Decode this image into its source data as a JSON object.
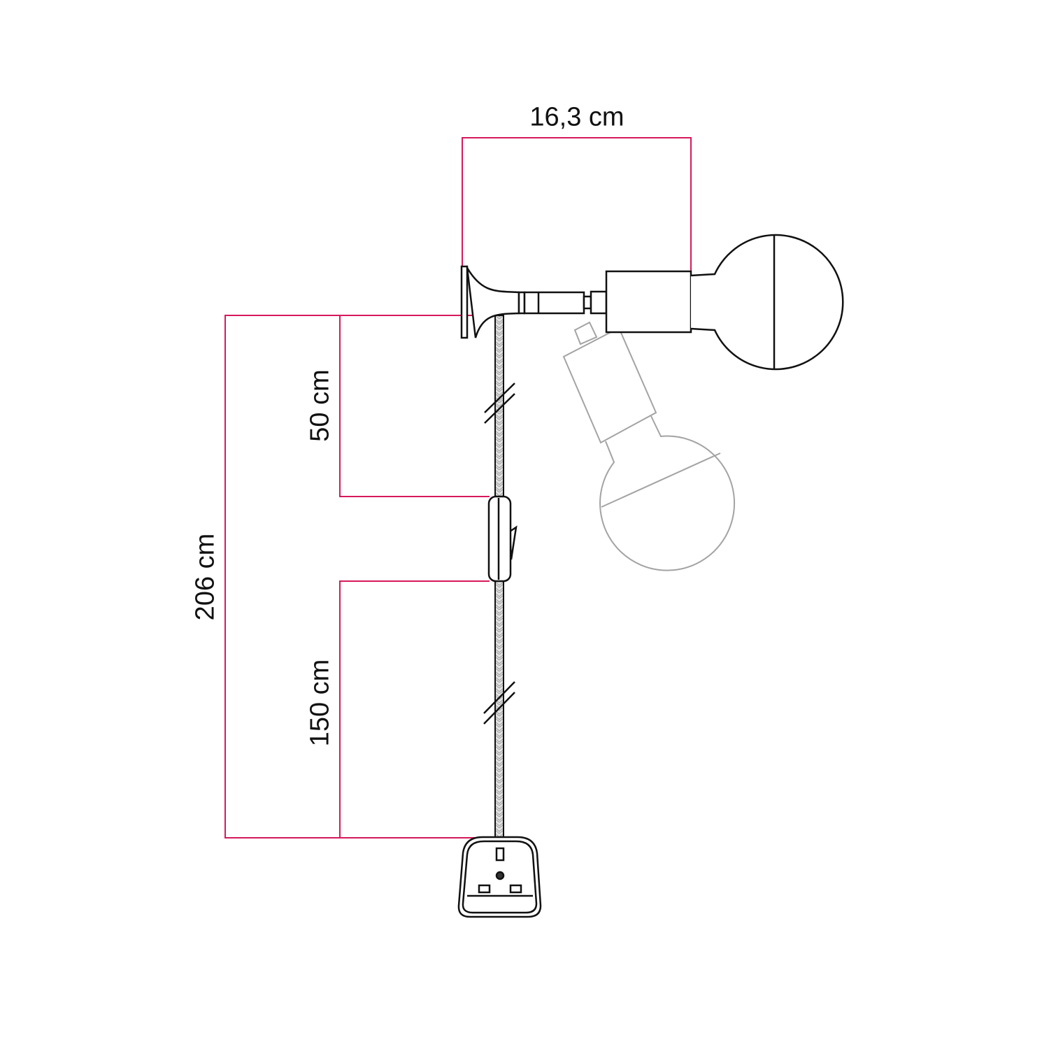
{
  "colors": {
    "dimension": "#d6195c",
    "outline": "#111111",
    "ghost": "#a3a3a3",
    "cord": "#bdbdbd"
  },
  "dimensions": {
    "width": "16,3 cm",
    "total_length": "206 cm",
    "upper_cord": "50 cm",
    "lower_cord": "150 cm"
  }
}
